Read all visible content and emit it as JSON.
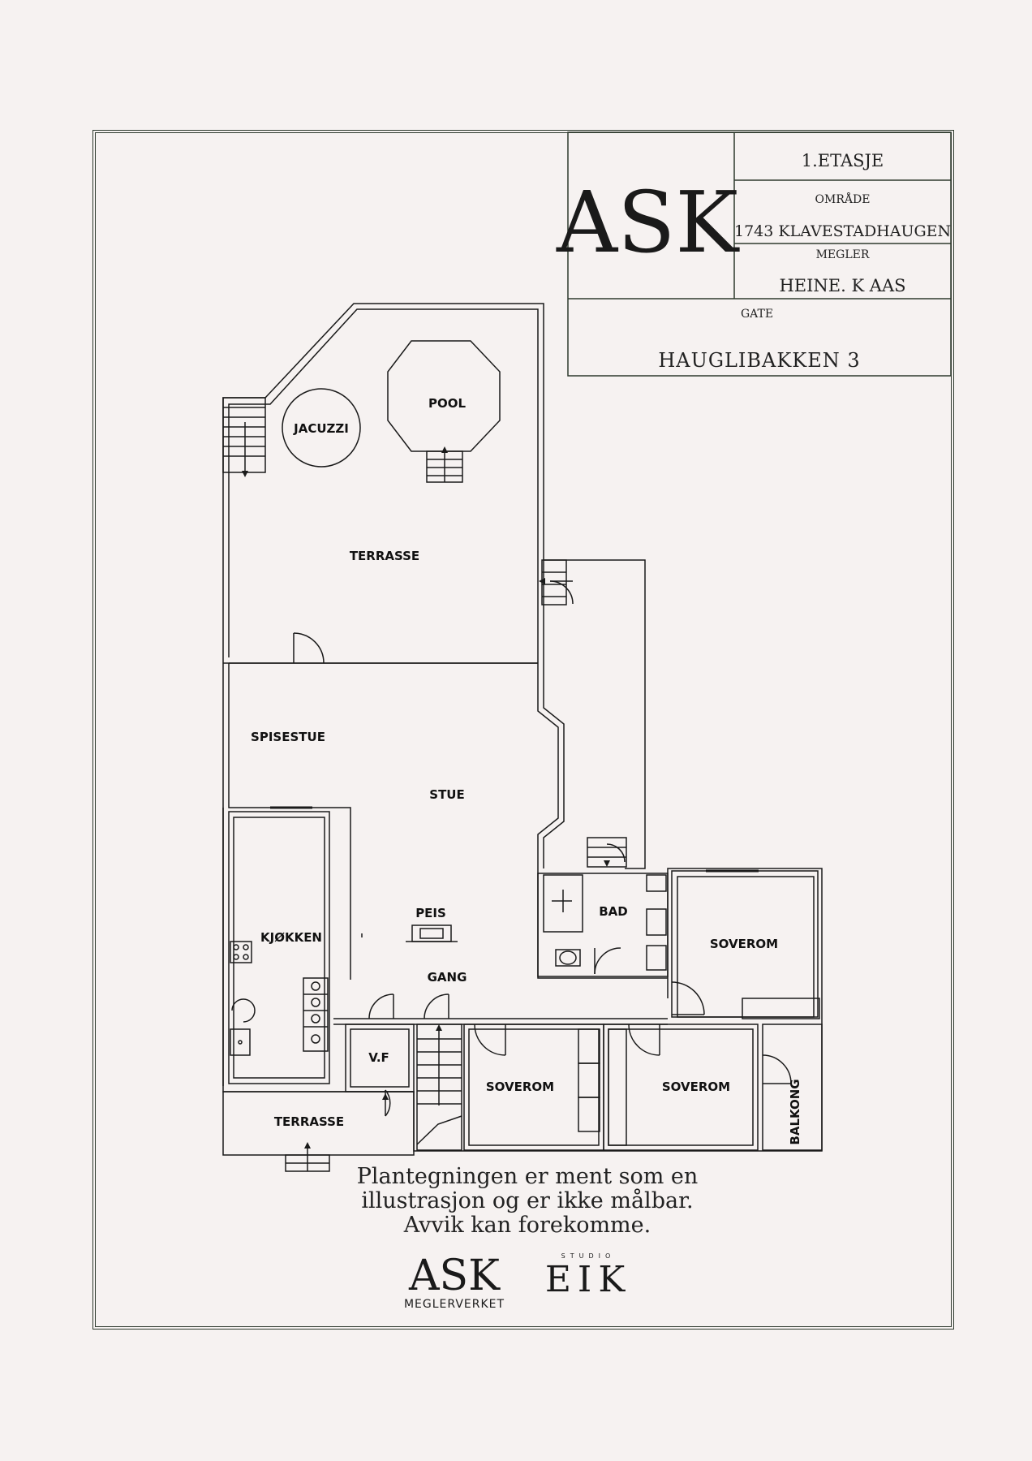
{
  "header": {
    "floor": "1.ETASJE",
    "area_label": "OMRÅDE",
    "area_value": "1743 KLAVESTADHAUGEN",
    "agent_label": "MEGLER",
    "agent_value": "HEINE. K AAS",
    "street_label": "GATE",
    "street_value": "HAUGLIBAKKEN 3",
    "logo_text": "ASK"
  },
  "rooms": {
    "pool": "POOL",
    "jacuzzi": "JACUZZI",
    "terrasse_top": "TERRASSE",
    "spisestue": "SPISESTUE",
    "stue": "STUE",
    "bad": "BAD",
    "soverom_right": "SOVEROM",
    "peis": "PEIS",
    "kjokken": "KJØKKEN",
    "gang": "GANG",
    "vf": "V.F",
    "soverom_mid": "SOVEROM",
    "soverom_center": "SOVEROM",
    "balkong": "BALKONG",
    "terrasse_bottom": "TERRASSE"
  },
  "disclaimer": {
    "line1": "Plantegningen er ment som en",
    "line2": "illustrasjon og er ikke målbar.",
    "line3": "Avvik kan forekomme."
  },
  "footer": {
    "ask_logo": "ASK",
    "ask_sub": "MEGLERVERKET",
    "studio_top": "STUDIO",
    "studio_name": "EIK"
  },
  "colors": {
    "background": "#f6f2f1",
    "ink": "#111111",
    "frame": "#2e3a2e"
  }
}
